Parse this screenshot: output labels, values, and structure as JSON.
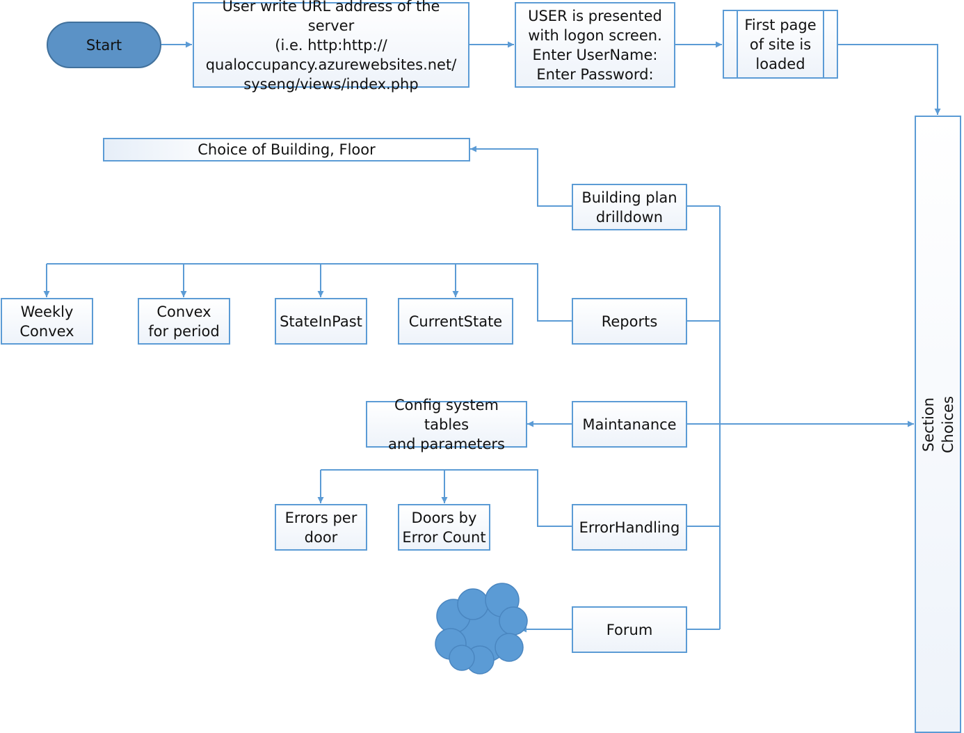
{
  "colors": {
    "line": "#5b9bd5",
    "start_fill": "#5b92c6",
    "cloud_fill": "#5b9bd5"
  },
  "nodes": {
    "start": "Start",
    "url": "User write URL address of the server\n(i.e. http:http://\nqualoccupancy.azurewebsites.net/\nsyseng/views/index.php",
    "logon": "USER is presented\nwith logon screen.\nEnter UserName:\nEnter Password:",
    "first_page": "First page\nof site is\nloaded",
    "section_choices": "Section\nChoices",
    "choice_building": "Choice of Building, Floor",
    "building_plan": "Building plan\ndrilldown",
    "weekly_convex": "Weekly\nConvex",
    "convex_period": "Convex\nfor period",
    "state_in_past": "StateInPast",
    "current_state": "CurrentState",
    "reports": "Reports",
    "config": "Config system tables\nand parameters",
    "maintanance": "Maintanance",
    "errors_per_door": "Errors per\ndoor",
    "doors_by_error": "Doors by\nError Count",
    "error_handling": "ErrorHandling",
    "forum": "Forum"
  },
  "icons": {
    "forum_cloud": "cloud-icon"
  }
}
